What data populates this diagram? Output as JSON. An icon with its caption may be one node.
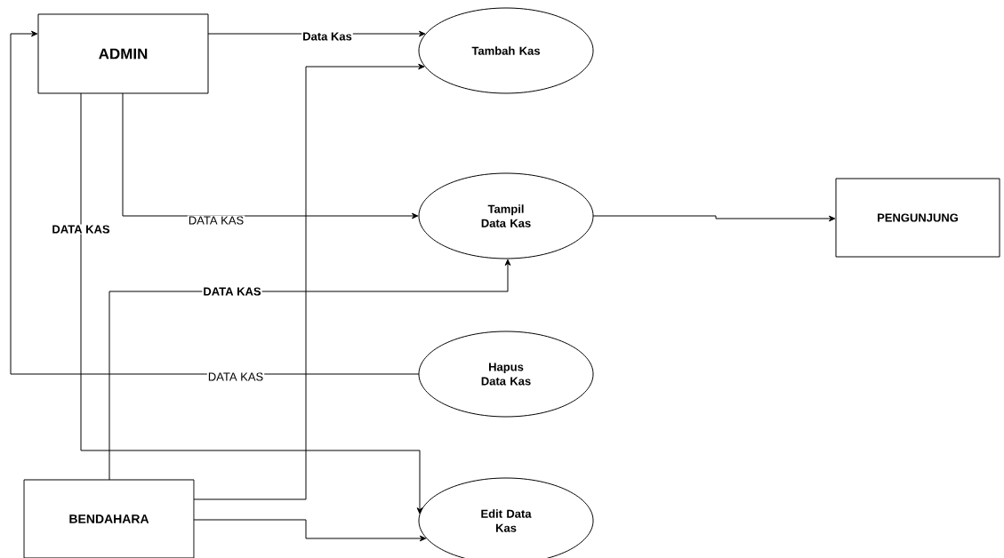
{
  "diagram": {
    "nodes": [
      {
        "text": [
          "ADMIN"
        ]
      },
      {
        "text": [
          "Tambah Kas"
        ]
      },
      {
        "text": [
          "Tampil Data Kas"
        ]
      },
      {
        "text": [
          "PENGUNJUNG"
        ]
      },
      {
        "text": [
          "Hapus Data Kas"
        ]
      },
      {
        "text": [
          "BENDAHARA"
        ]
      },
      {
        "text": [
          "Edit Data Kas"
        ]
      }
    ],
    "edges": [
      {
        "from": 0,
        "to": 1,
        "arrow": "to",
        "label": "Data Kas"
      },
      {
        "from": 5,
        "to": 1,
        "arrow": "to"
      },
      {
        "from": 0,
        "to": 2,
        "arrow": "to",
        "label": "DATA KAS"
      },
      {
        "from": 5,
        "to": 2,
        "arrow": "to",
        "label": "DATA KAS"
      },
      {
        "from": 4,
        "to": 0,
        "arrow": "to",
        "label": "DATA KAS"
      },
      {
        "from": 0,
        "to": 6,
        "arrow": "to",
        "label": "DATA KAS"
      },
      {
        "from": 5,
        "to": 6,
        "arrow": "to"
      },
      {
        "from": 2,
        "to": 3,
        "arrow": "to"
      }
    ]
  }
}
